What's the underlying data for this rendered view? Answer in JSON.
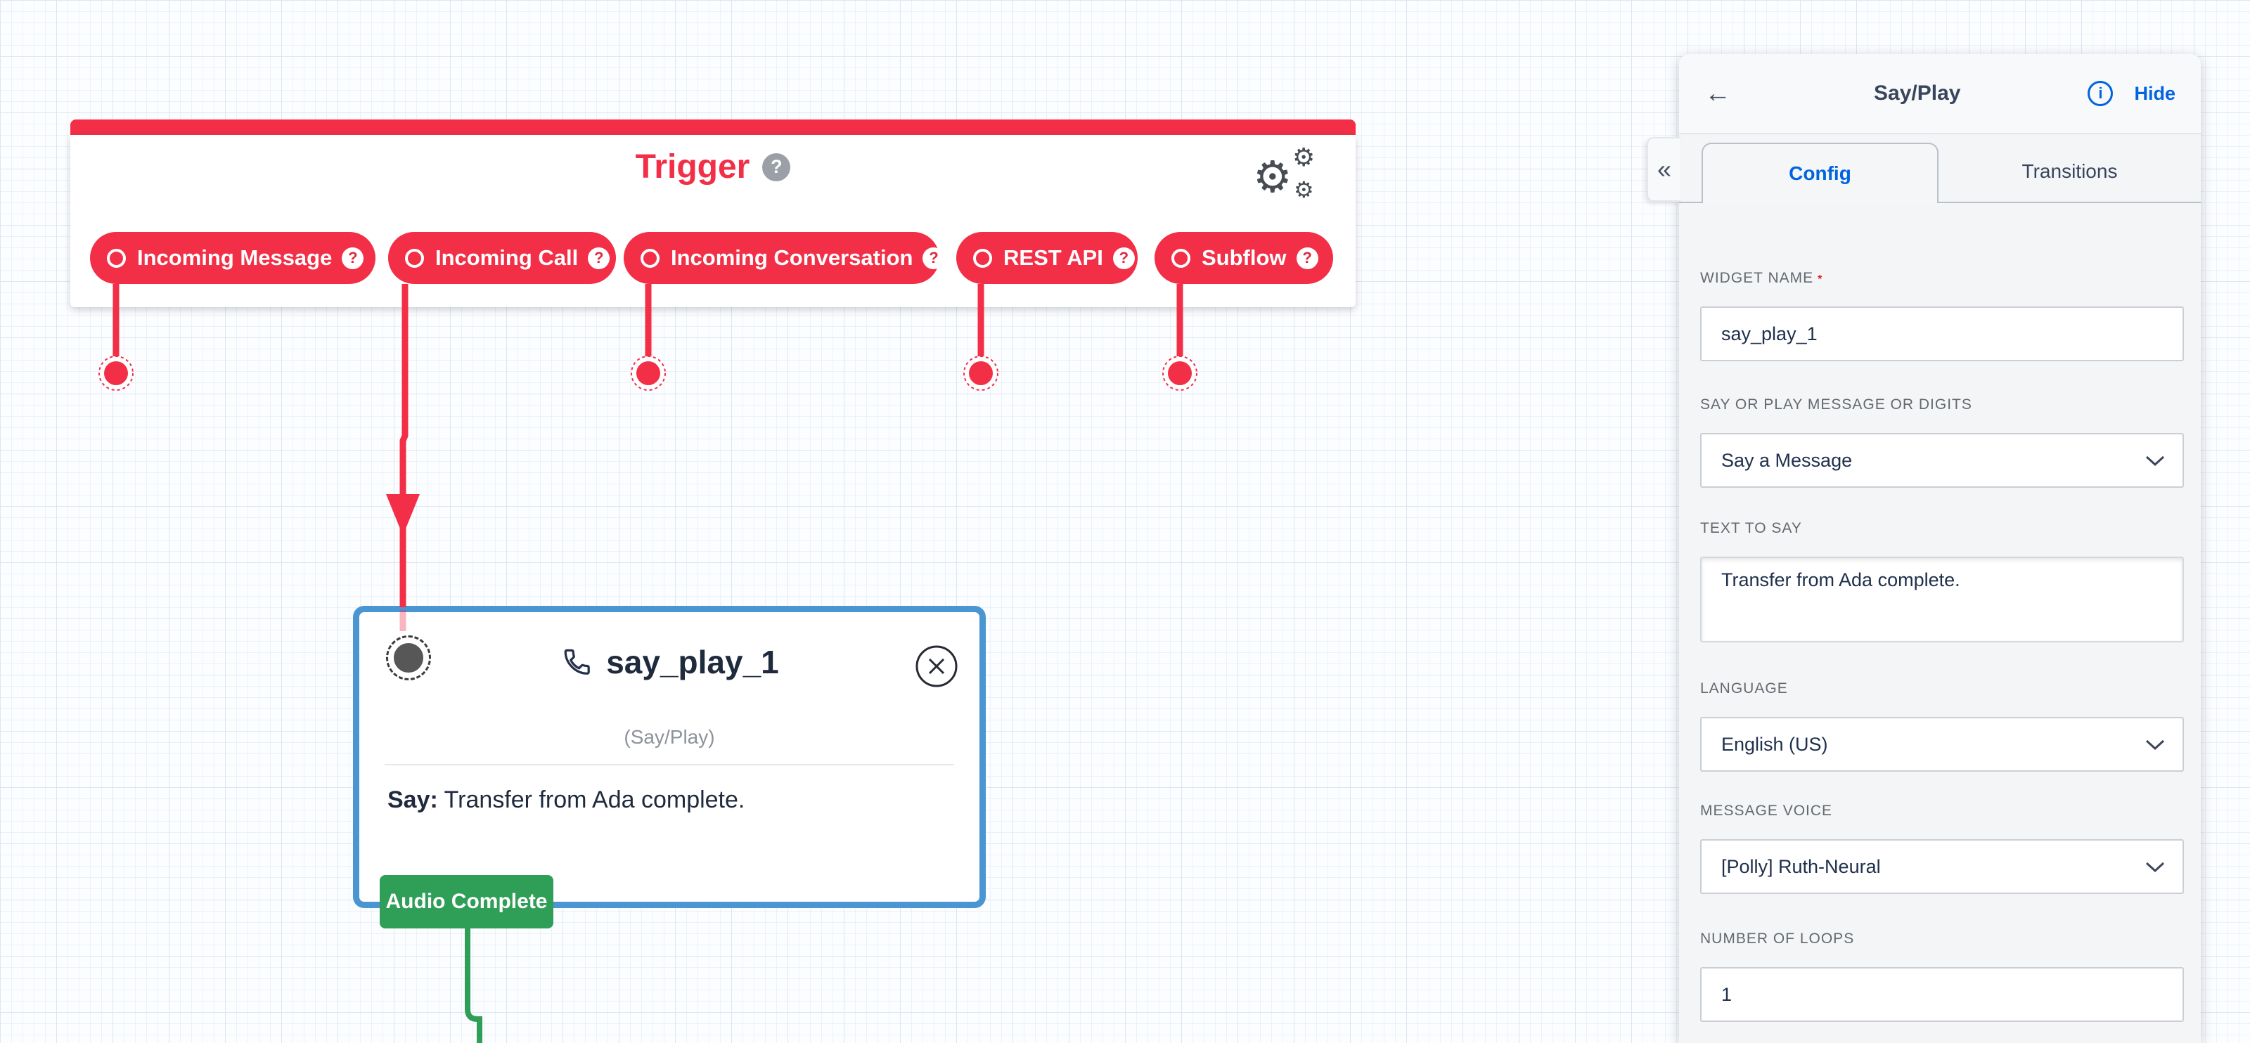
{
  "canvas": {
    "trigger": {
      "title": "Trigger",
      "pills": [
        {
          "label": "Incoming Message"
        },
        {
          "label": "Incoming Call"
        },
        {
          "label": "Incoming Conversation"
        },
        {
          "label": "REST API"
        },
        {
          "label": "Subflow"
        }
      ]
    },
    "widget": {
      "name": "say_play_1",
      "type_label": "(Say/Play)",
      "body_prefix": "Say:",
      "body_text": "Transfer from Ada complete.",
      "transition_label": "Audio Complete"
    }
  },
  "panel": {
    "title": "Say/Play",
    "hide_label": "Hide",
    "tabs": [
      {
        "label": "Config",
        "active": true
      },
      {
        "label": "Transitions",
        "active": false
      }
    ],
    "required_marker": "*",
    "fields": [
      {
        "label": "WIDGET NAME",
        "required": true,
        "type": "input",
        "value": "say_play_1"
      },
      {
        "label": "SAY OR PLAY MESSAGE OR DIGITS",
        "type": "select",
        "value": "Say a Message"
      },
      {
        "label": "TEXT TO SAY",
        "type": "textarea",
        "value": "Transfer from Ada complete."
      },
      {
        "label": "LANGUAGE",
        "type": "select",
        "value": "English (US)"
      },
      {
        "label": "MESSAGE VOICE",
        "type": "select",
        "value": "[Polly] Ruth-Neural"
      },
      {
        "label": "NUMBER OF LOOPS",
        "type": "input",
        "value": "1"
      }
    ]
  },
  "icons": {
    "back": "←",
    "collapse": "«",
    "help": "?",
    "gear": "⚙",
    "info": "i"
  },
  "colors": {
    "accent_red": "#F22F46",
    "accent_blue": "#0263E0",
    "widget_border_blue": "#4A96D3",
    "success_green": "#2F9E57",
    "panel_bg": "#F4F5F7"
  }
}
